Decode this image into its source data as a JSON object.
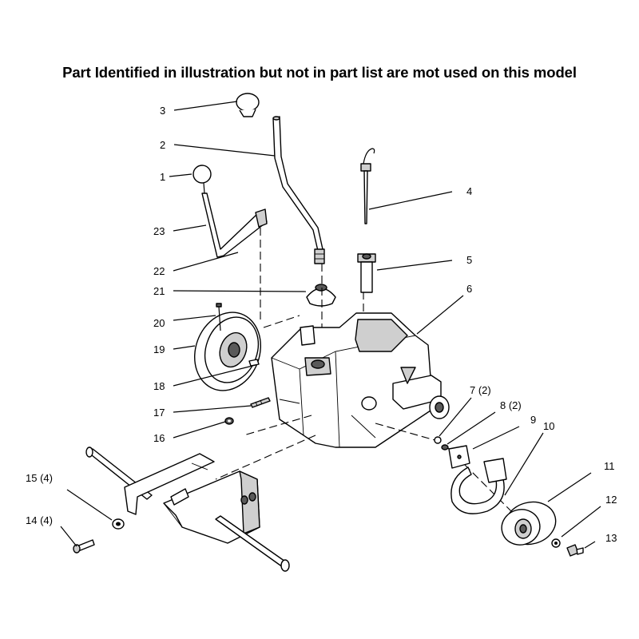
{
  "title": "Part Identified in illustration but not in part list are mot used on this model",
  "callouts": [
    {
      "id": "c3",
      "label": "3"
    },
    {
      "id": "c2",
      "label": "2"
    },
    {
      "id": "c1",
      "label": "1"
    },
    {
      "id": "c23",
      "label": "23"
    },
    {
      "id": "c22",
      "label": "22"
    },
    {
      "id": "c21",
      "label": "21"
    },
    {
      "id": "c20",
      "label": "20"
    },
    {
      "id": "c19",
      "label": "19"
    },
    {
      "id": "c18",
      "label": "18"
    },
    {
      "id": "c17",
      "label": "17"
    },
    {
      "id": "c16",
      "label": "16"
    },
    {
      "id": "c15",
      "label": "15 (4)"
    },
    {
      "id": "c14",
      "label": "14 (4)"
    },
    {
      "id": "c4",
      "label": "4"
    },
    {
      "id": "c5",
      "label": "5"
    },
    {
      "id": "c6",
      "label": "6"
    },
    {
      "id": "c7",
      "label": "7 (2)"
    },
    {
      "id": "c8",
      "label": "8 (2)"
    },
    {
      "id": "c9",
      "label": "9"
    },
    {
      "id": "c10",
      "label": "10"
    },
    {
      "id": "c11",
      "label": "11"
    },
    {
      "id": "c12",
      "label": "12"
    },
    {
      "id": "c13",
      "label": "13"
    }
  ]
}
